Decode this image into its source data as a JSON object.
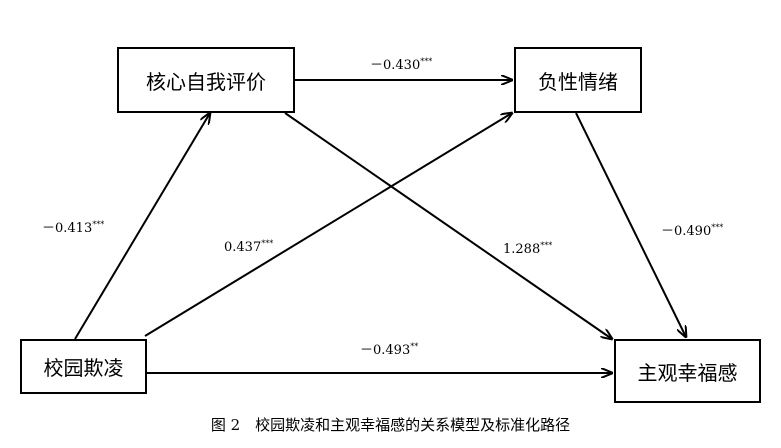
{
  "nodes": {
    "self_evaluation": "核心自我评价",
    "negative_emotion": "负性情绪",
    "bullying": "校园欺凌",
    "wellbeing": "主观幸福感"
  },
  "paths": {
    "bullying_to_self": {
      "value": "－0.413",
      "stars": "***"
    },
    "bullying_to_negative": {
      "value": "0.437",
      "stars": "***"
    },
    "self_to_negative": {
      "value": "－0.430",
      "stars": "***"
    },
    "self_to_wellbeing": {
      "value": "1.288",
      "stars": "***"
    },
    "negative_to_wellbeing": {
      "value": "－0.490",
      "stars": "***"
    },
    "bullying_to_wellbeing": {
      "value": "－0.493",
      "stars": "**"
    }
  },
  "caption": "图 2　校园欺凌和主观幸福感的关系模型及标准化路径"
}
